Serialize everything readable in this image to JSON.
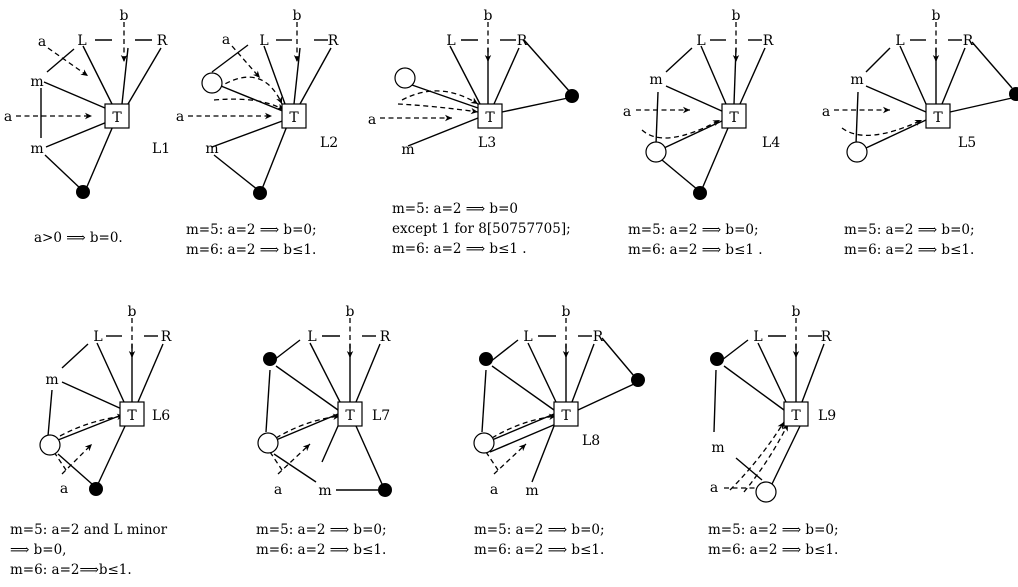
{
  "symbols": {
    "T": "T",
    "L": "L",
    "R": "R",
    "a": "a",
    "b": "b",
    "m": "m"
  },
  "diagrams": [
    {
      "label": "L1",
      "caption": [
        "a>0 ⟹ b=0."
      ]
    },
    {
      "label": "L2",
      "caption": [
        "m=5: a=2 ⟹ b=0;",
        "m=6: a=2 ⟹ b≤1."
      ]
    },
    {
      "label": "L3",
      "caption": [
        "m=5: a=2 ⟹ b=0",
        "except 1 for 8[50757705];",
        "m=6: a=2 ⟹ b≤1 ."
      ]
    },
    {
      "label": "L4",
      "caption": [
        "m=5: a=2 ⟹ b=0;",
        "m=6: a=2 ⟹ b≤1 ."
      ]
    },
    {
      "label": "L5",
      "caption": [
        "m=5: a=2 ⟹ b=0;",
        "m=6: a=2 ⟹ b≤1."
      ]
    },
    {
      "label": "L6",
      "caption": [
        "m=5: a=2 and L minor",
        "⟹ b=0,",
        "m=6: a=2⟹b≤1."
      ]
    },
    {
      "label": "L7",
      "caption": [
        "m=5: a=2 ⟹ b=0;",
        "m=6: a=2 ⟹ b≤1."
      ]
    },
    {
      "label": "L8",
      "caption": [
        "m=5: a=2 ⟹ b=0;",
        "m=6: a=2 ⟹ b≤1."
      ]
    },
    {
      "label": "L9",
      "caption": [
        "m=5: a=2 ⟹ b=0;",
        "m=6: a=2 ⟹ b≤1."
      ]
    }
  ]
}
